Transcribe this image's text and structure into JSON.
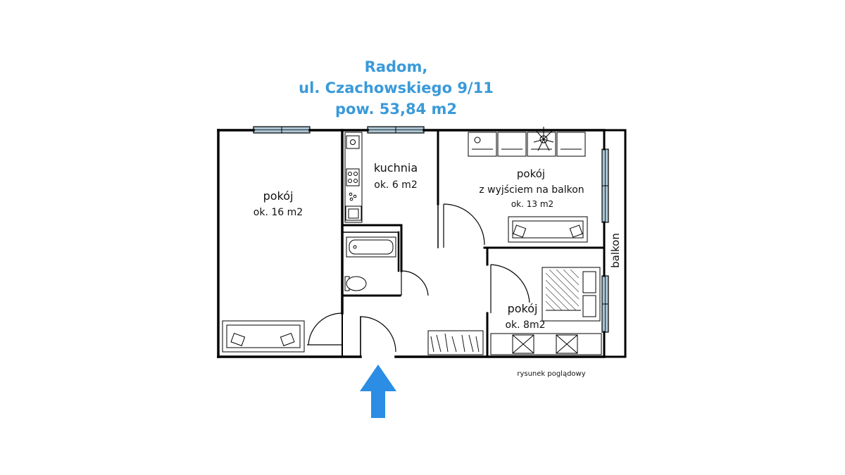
{
  "header": {
    "line1": "Radom,",
    "line2": "ul. Czachowskiego 9/11",
    "line3": "pow. 53,84 m2",
    "color": "#3a9ad9"
  },
  "rooms": {
    "room1": {
      "name": "pokój",
      "area": "ok. 16 m2"
    },
    "kitchen": {
      "name": "kuchnia",
      "area": "ok. 6 m2"
    },
    "room2": {
      "name": "pokój",
      "subtitle": "z wyjściem na balkon",
      "area": "ok. 13 m2"
    },
    "room3": {
      "name": "pokój",
      "area": "ok. 8m2"
    },
    "balcony": {
      "name": "balkon"
    }
  },
  "footnote": "rysunek poglądowy",
  "entrance": {
    "icon": "arrow-up-icon",
    "color": "#2b8de3"
  },
  "colors": {
    "window": "#a9c3d1",
    "wall": "#000000"
  }
}
